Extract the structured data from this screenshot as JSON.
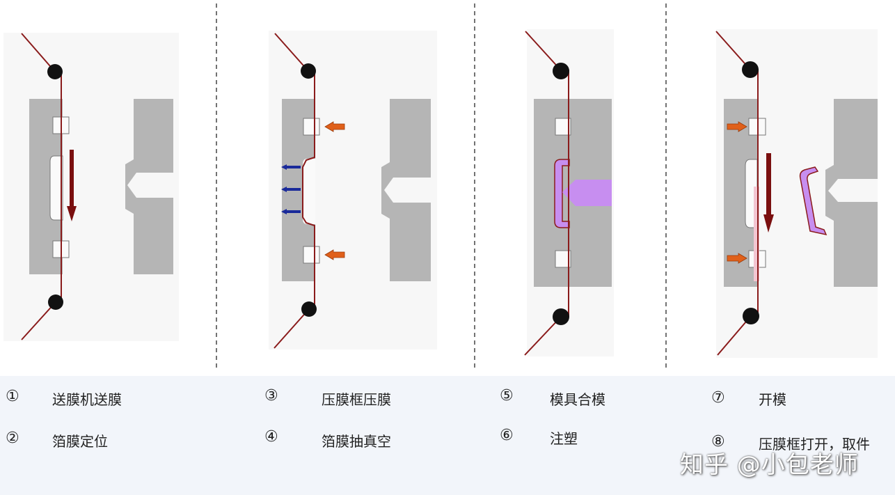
{
  "steps": [
    {
      "num": "①",
      "label": "送膜机送膜"
    },
    {
      "num": "②",
      "label": "箔膜定位"
    },
    {
      "num": "③",
      "label": "压膜框压膜"
    },
    {
      "num": "④",
      "label": "箔膜抽真空"
    },
    {
      "num": "⑤",
      "label": "模具合模"
    },
    {
      "num": "⑥",
      "label": "注塑"
    },
    {
      "num": "⑦",
      "label": "开模"
    },
    {
      "num": "⑧",
      "label": "压膜框打开，取件"
    }
  ],
  "watermark": "知乎 @小包老师",
  "colors": {
    "mold": "#b5b5b5",
    "panel": "#f7f7f7",
    "film": "#8a1b1b",
    "roller": "#111111",
    "arrow_feed": "#7a0f0f",
    "arrow_clamp": "#e0601a",
    "arrow_vacuum": "#1a2a9a",
    "plastic": "#c78ef0",
    "caption_bg": "#f2f5fa"
  }
}
